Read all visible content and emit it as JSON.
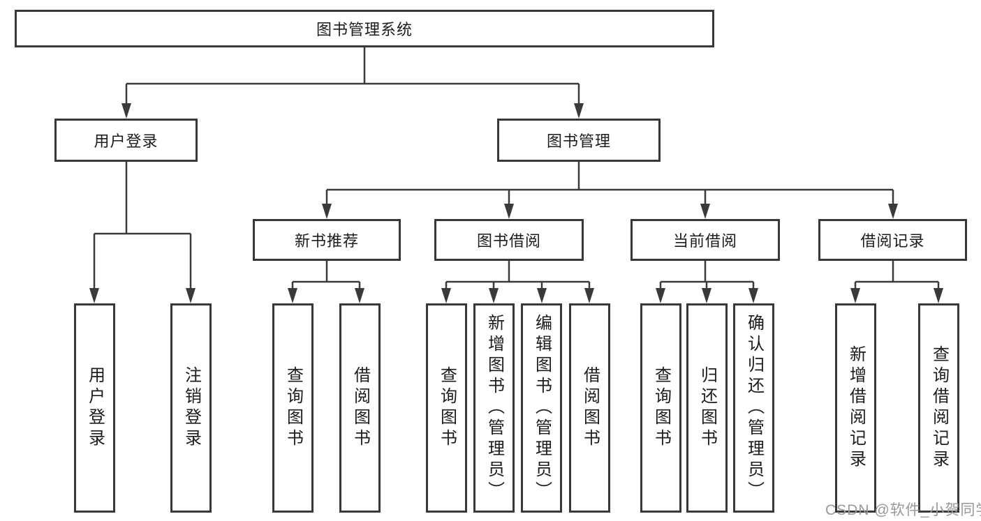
{
  "diagram": {
    "root": "图书管理系统",
    "level2": [
      "用户登录",
      "图书管理"
    ],
    "level3": [
      "新书推荐",
      "图书借阅",
      "当前借阅",
      "借阅记录"
    ],
    "leaves": [
      [
        "用户登录",
        "注销登录"
      ],
      [
        "查询图书",
        "借阅图书"
      ],
      [
        "查询图书",
        "新增图书（管理员）",
        "编辑图书（管理员）",
        "借阅图书"
      ],
      [
        "查询图书",
        "归还图书",
        "确认归还（管理员）"
      ],
      [
        "新增借阅记录",
        "查询借阅记录"
      ]
    ]
  },
  "watermark": "CSDN @软件_小贺同学",
  "colors": {
    "background": "#ffffff",
    "line": "#3a3a3a",
    "box_border": "#383838",
    "text": "#1c1c1c",
    "watermark_text": "#999999"
  }
}
